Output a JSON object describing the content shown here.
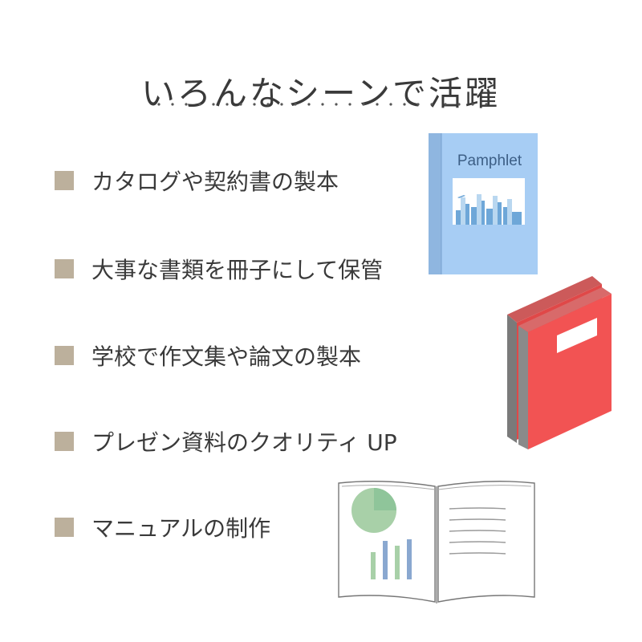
{
  "title": "いろんなシーンで活躍",
  "items": [
    {
      "label": "カタログや契約書の製本"
    },
    {
      "label": "大事な書類を冊子にして保管"
    },
    {
      "label": "学校で作文集や論文の製本"
    },
    {
      "label": "プレゼン資料のクオリティ UP"
    },
    {
      "label": "マニュアルの制作"
    }
  ],
  "pamphlet": {
    "cover_text": "Pamphlet"
  },
  "colors": {
    "bullet": "#bcb09c",
    "pamphlet_cover": "#a7cdf4",
    "red_book": "#ee5050",
    "chart_green": "#a8d0a8",
    "chart_blue": "#8aa8d0"
  },
  "icons": [
    "pamphlet-icon",
    "red-books-icon",
    "open-book-icon"
  ]
}
